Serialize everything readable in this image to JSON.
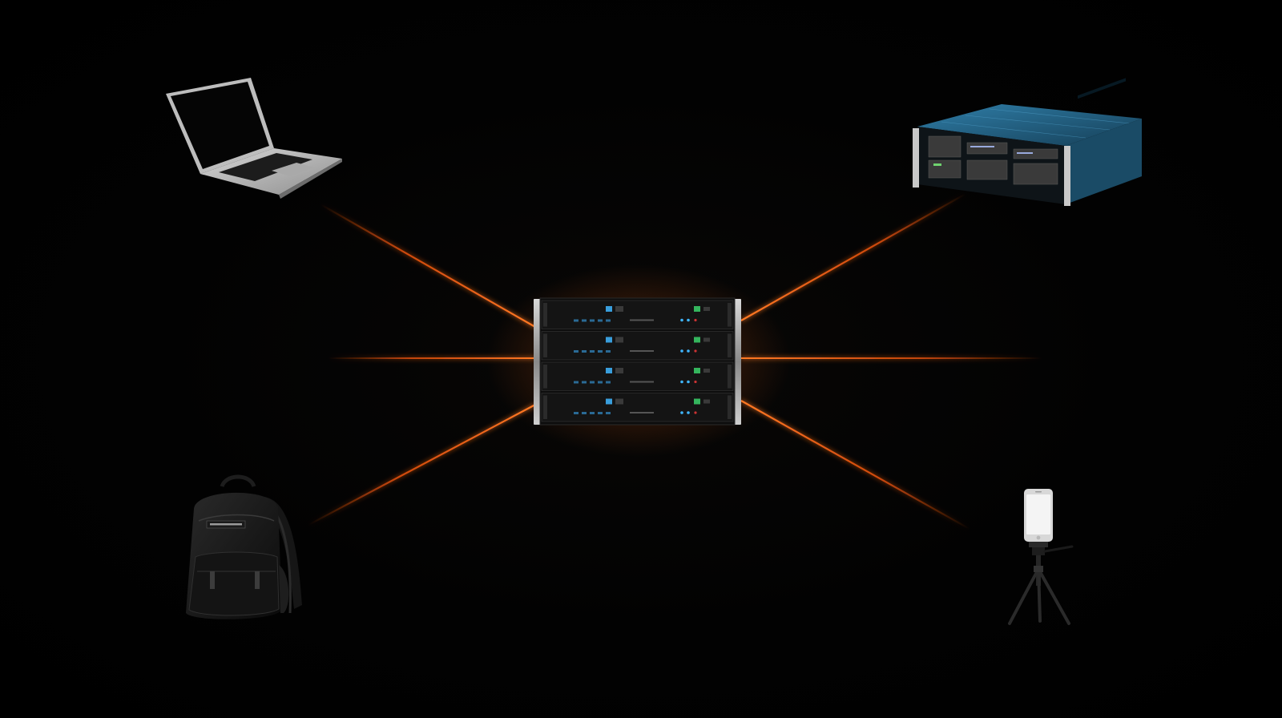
{
  "scene": {
    "background_color": "#000000",
    "accent_color": "#ff6a1a",
    "glow_color": "#ff8c3a"
  },
  "hub": {
    "icon": "rack-server-stack-icon",
    "units": 4,
    "led_color": "#3fb6ff",
    "status_led_color": "#3ad16a"
  },
  "nodes": [
    {
      "id": "laptop",
      "icon": "laptop-icon"
    },
    {
      "id": "rack-appliance",
      "icon": "rack-server-icon",
      "color": "#1e5a7a"
    },
    {
      "id": "backpack",
      "icon": "backpack-icon"
    },
    {
      "id": "phone-tripod",
      "icon": "smartphone-on-tripod-icon"
    }
  ],
  "links": [
    {
      "from": "hub",
      "to": "laptop"
    },
    {
      "from": "hub",
      "to": "rack-appliance"
    },
    {
      "from": "hub",
      "to": "backpack"
    },
    {
      "from": "hub",
      "to": "phone-tripod"
    },
    {
      "from": "hub",
      "to": "left"
    },
    {
      "from": "hub",
      "to": "right"
    }
  ]
}
